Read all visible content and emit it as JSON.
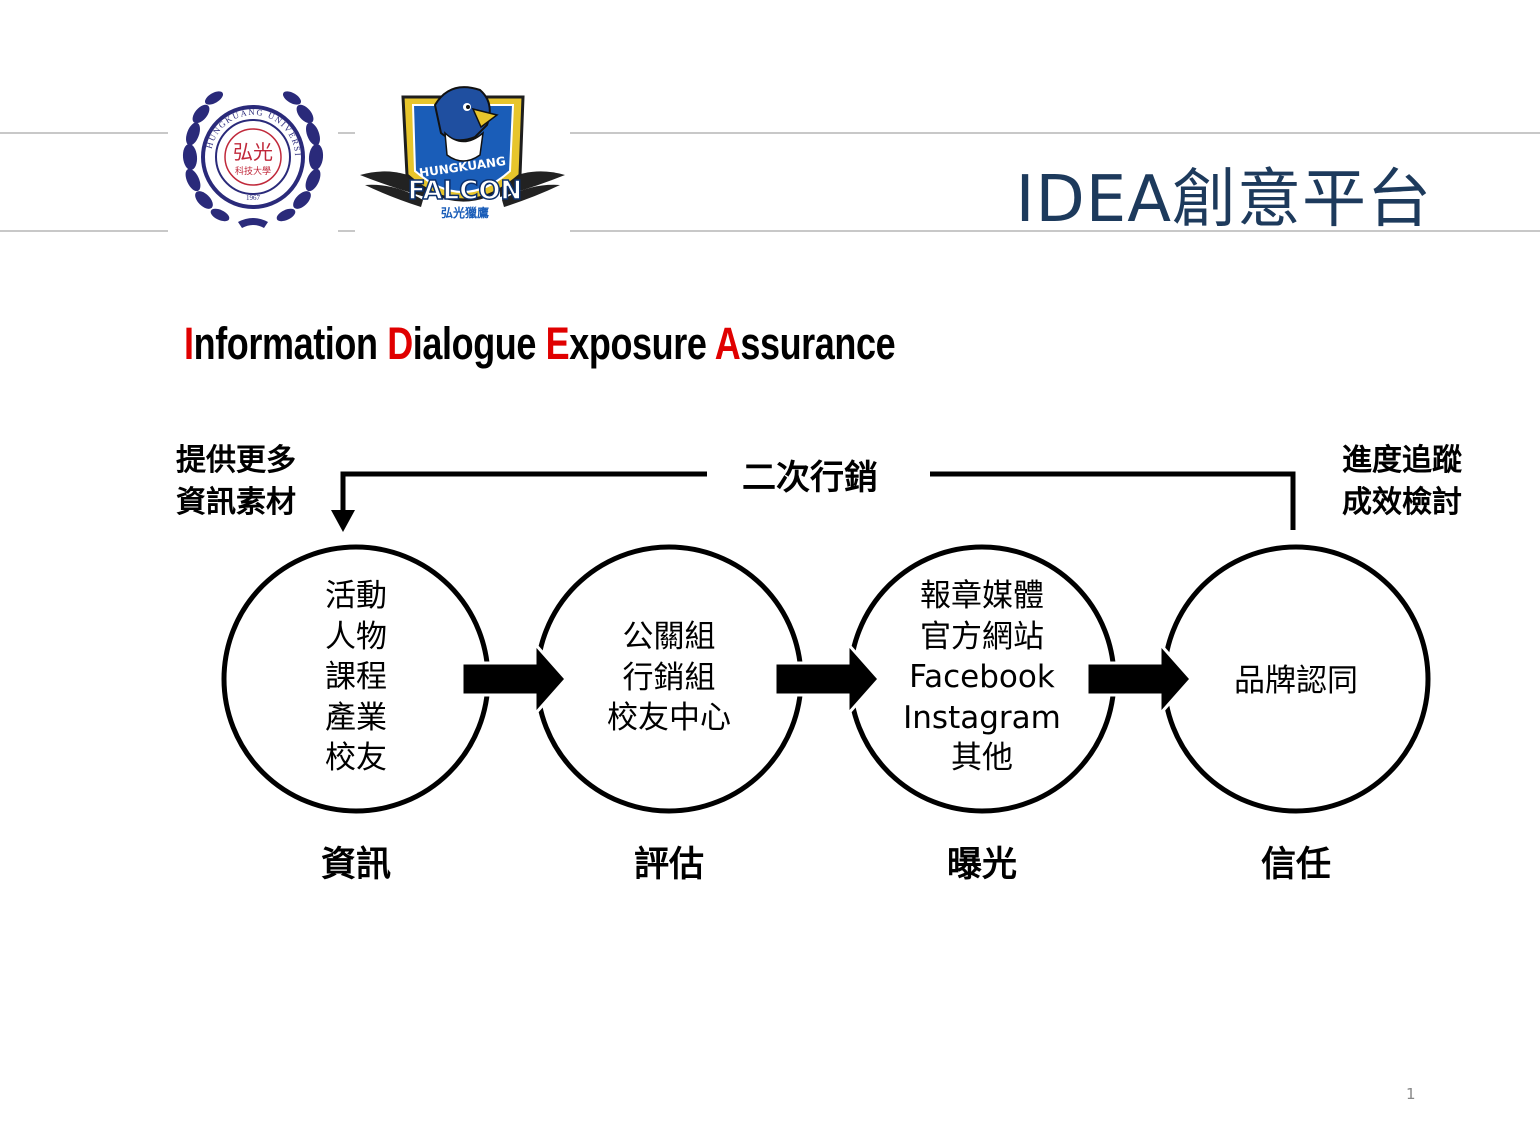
{
  "header": {
    "title": "IDEA創意平台",
    "university_logo": {
      "icon": "hungkuang-university-seal-icon",
      "text_top": "HUNGKUANG UNIVERSITY",
      "text_center": "弘光",
      "text_sub": "科技大學",
      "year": "1967",
      "color": "#2a2a7a",
      "accent": "#c0283a"
    },
    "falcon_logo": {
      "icon": "hungkuang-falcon-mascot-icon",
      "text_top": "HUNGKUANG",
      "text_main": "FALCON",
      "text_bottom": "弘光獵鷹",
      "color": "#1a5db8",
      "accent": "#e7c52c"
    }
  },
  "subtitle": {
    "words": [
      {
        "cap": "I",
        "rest": "nformation "
      },
      {
        "cap": "D",
        "rest": "ialogue "
      },
      {
        "cap": "E",
        "rest": "xposure "
      },
      {
        "cap": "A",
        "rest": "ssurance"
      }
    ],
    "cap_color": "#e00000"
  },
  "loop": {
    "label": "二次行銷",
    "left_note": [
      "提供更多",
      "資訊素材"
    ],
    "right_note": [
      "進度追蹤",
      "成效檢討"
    ]
  },
  "stages": [
    {
      "label": "資訊",
      "items": [
        "活動",
        "人物",
        "課程",
        "產業",
        "校友"
      ]
    },
    {
      "label": "評估",
      "items": [
        "公關組",
        "行銷組",
        "校友中心"
      ]
    },
    {
      "label": "曝光",
      "items": [
        "報章媒體",
        "官方網站",
        "Facebook",
        "Instagram",
        "其他"
      ]
    },
    {
      "label": "信任",
      "items": [
        "品牌認同"
      ]
    }
  ],
  "page_number": "1",
  "colors": {
    "title": "#1d3a5c",
    "rule": "#c8c8c8",
    "ink": "#000000"
  }
}
